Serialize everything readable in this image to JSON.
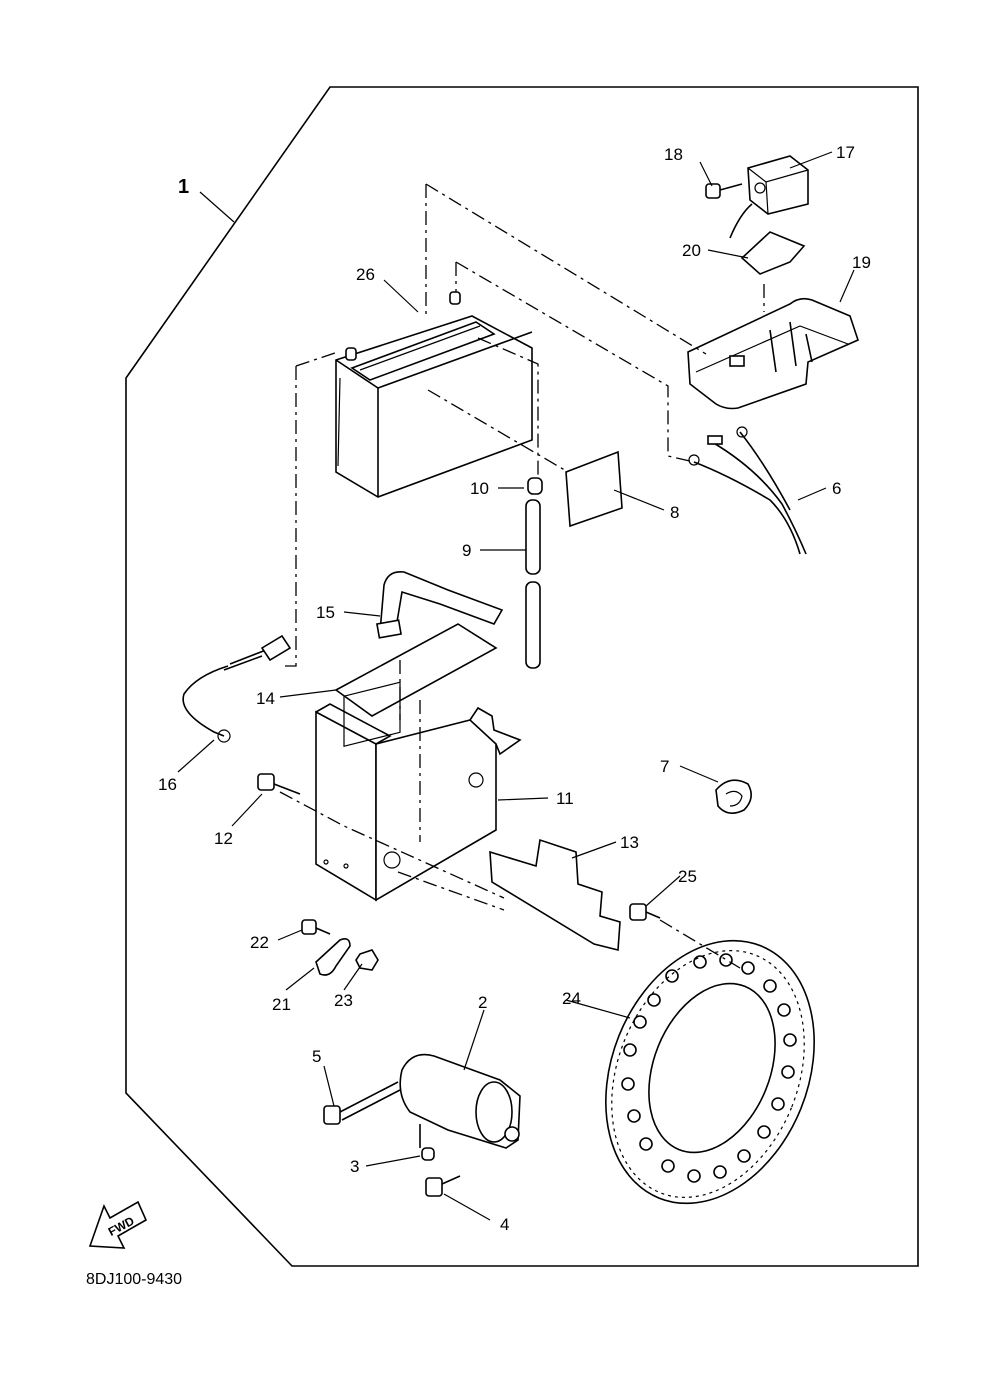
{
  "diagram": {
    "drawing_code": "8DJ100-9430",
    "fwd_label": "FWD",
    "callouts": [
      {
        "id": "1",
        "text": "1"
      },
      {
        "id": "2",
        "text": "2"
      },
      {
        "id": "3",
        "text": "3"
      },
      {
        "id": "4",
        "text": "4"
      },
      {
        "id": "5",
        "text": "5"
      },
      {
        "id": "6",
        "text": "6"
      },
      {
        "id": "7",
        "text": "7"
      },
      {
        "id": "8",
        "text": "8"
      },
      {
        "id": "9",
        "text": "9"
      },
      {
        "id": "10",
        "text": "10"
      },
      {
        "id": "11",
        "text": "11"
      },
      {
        "id": "12",
        "text": "12"
      },
      {
        "id": "13",
        "text": "13"
      },
      {
        "id": "14",
        "text": "14"
      },
      {
        "id": "15",
        "text": "15"
      },
      {
        "id": "16",
        "text": "16"
      },
      {
        "id": "17",
        "text": "17"
      },
      {
        "id": "18",
        "text": "18"
      },
      {
        "id": "19",
        "text": "19"
      },
      {
        "id": "20",
        "text": "20"
      },
      {
        "id": "21",
        "text": "21"
      },
      {
        "id": "22",
        "text": "22"
      },
      {
        "id": "23",
        "text": "23"
      },
      {
        "id": "24",
        "text": "24"
      },
      {
        "id": "25",
        "text": "25"
      },
      {
        "id": "26",
        "text": "26"
      }
    ]
  }
}
